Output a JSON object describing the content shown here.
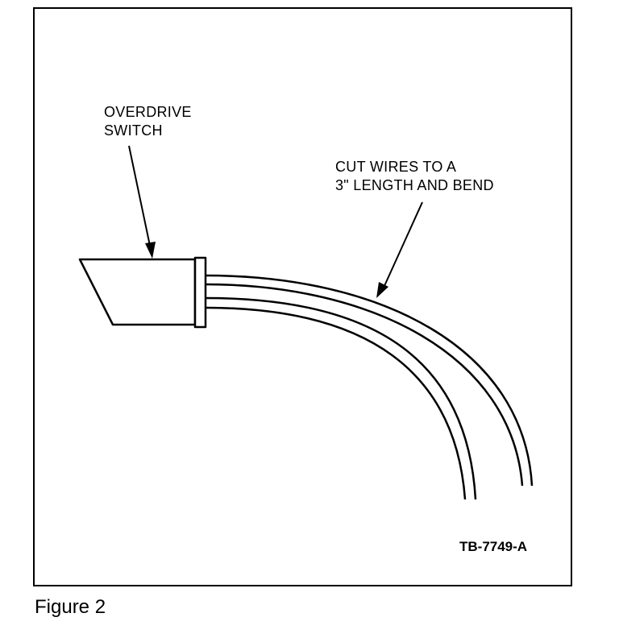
{
  "figure": {
    "caption": "Figure 2",
    "reference_code": "TB-7749-A"
  },
  "labels": {
    "overdrive_switch": [
      "OVERDRIVE",
      "SWITCH"
    ],
    "cut_wires": [
      "CUT WIRES TO A",
      "3\" LENGTH AND BEND"
    ]
  }
}
